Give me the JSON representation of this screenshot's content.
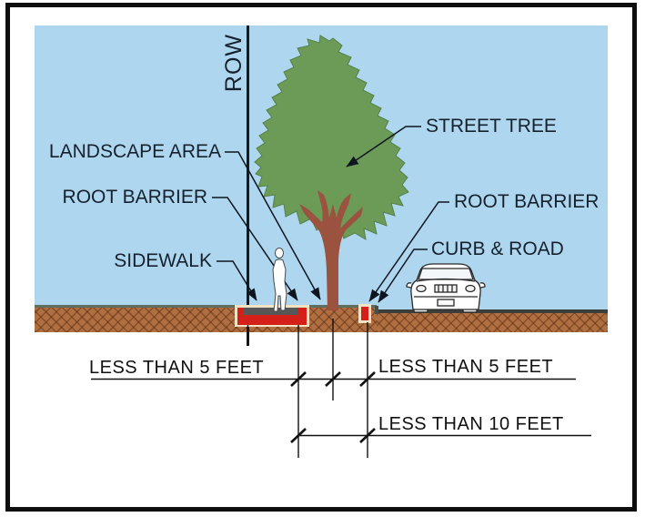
{
  "diagram": {
    "row_label": "ROW",
    "callouts": {
      "landscape_area": "LANDSCAPE AREA",
      "root_barrier_left": "ROOT BARRIER",
      "sidewalk": "SIDEWALK",
      "street_tree": "STREET TREE",
      "root_barrier_right": "ROOT BARRIER",
      "curb_road": "CURB & ROAD"
    },
    "dimensions": {
      "sidewalk_to_tree": "LESS THAN 5 FEET",
      "tree_to_curb": "LESS THAN 5 FEET",
      "sidewalk_to_curb": "LESS THAN 10 FEET"
    },
    "colors": {
      "sky": "#aed6ee",
      "tree_canopy": "#6b9b57",
      "tree_trunk": "#9b5340",
      "soil": "#b06f41",
      "road_edge": "#3a3f3a",
      "grass_edge": "#5f6e5e",
      "root_barrier_red": "#d42018",
      "barrier_outline_cream": "#efe3c4",
      "sidewalk_gray": "#575757",
      "label_text": "#16212e",
      "line_black": "#111111"
    }
  }
}
